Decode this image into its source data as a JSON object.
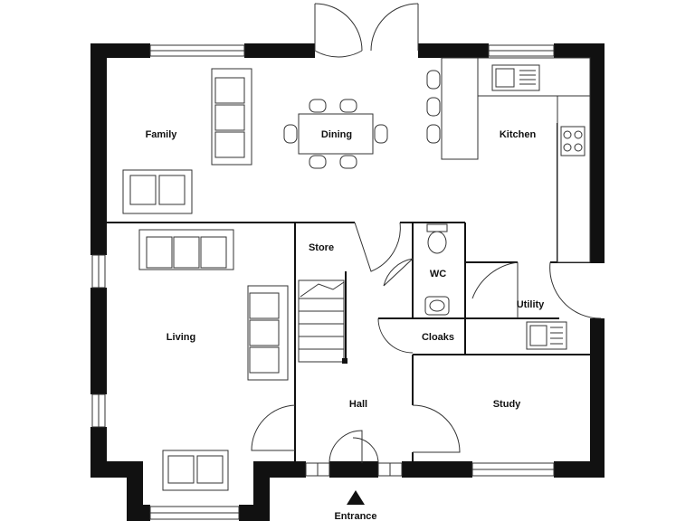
{
  "plan": {
    "rooms": {
      "family": "Family",
      "dining": "Dining",
      "kitchen": "Kitchen",
      "store": "Store",
      "wc": "WC",
      "utility": "Utility",
      "living": "Living",
      "cloaks": "Cloaks",
      "hall": "Hall",
      "study": "Study"
    },
    "entrance_label": "Entrance"
  }
}
